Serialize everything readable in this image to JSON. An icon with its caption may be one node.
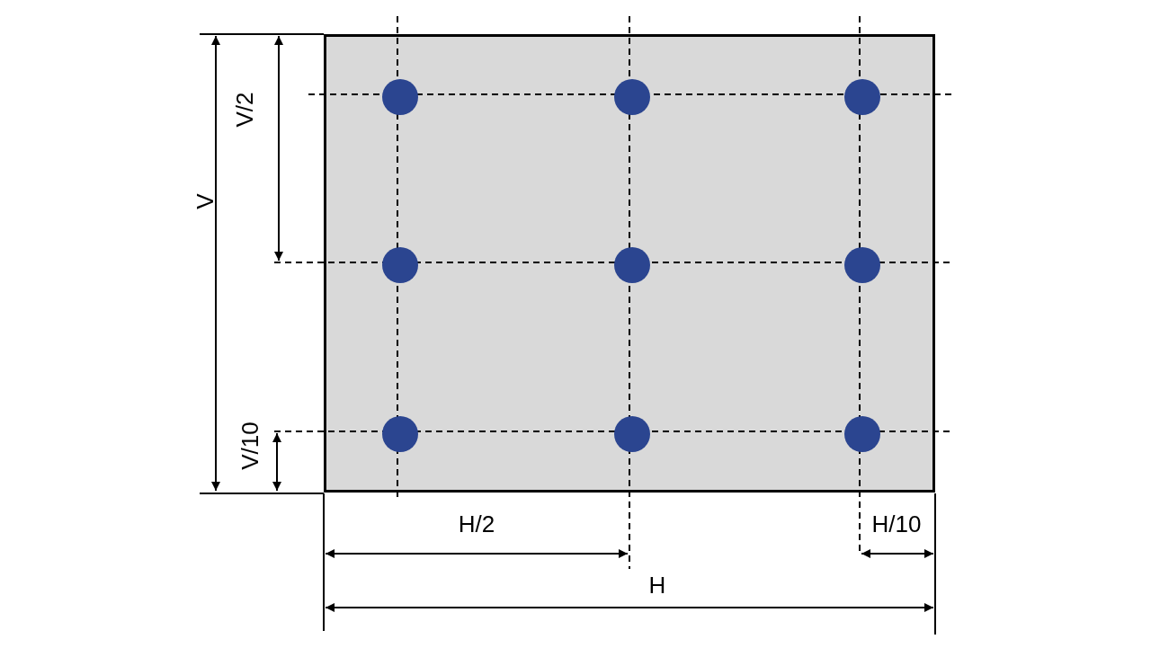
{
  "diagram": {
    "nodes": [
      {
        "text": [],
        "shape": "box"
      },
      {
        "text": [],
        "shape": "circle",
        "in": 0
      },
      {
        "text": [],
        "shape": "circle",
        "in": 0
      },
      {
        "text": [],
        "shape": "circle",
        "in": 0
      },
      {
        "text": [],
        "shape": "circle",
        "in": 0
      },
      {
        "text": [],
        "shape": "circle",
        "in": 0
      },
      {
        "text": [],
        "shape": "circle",
        "in": 0
      },
      {
        "text": [],
        "shape": "circle",
        "in": 0
      },
      {
        "text": [],
        "shape": "circle",
        "in": 0
      },
      {
        "text": [],
        "shape": "circle",
        "in": 0
      }
    ],
    "labels": [
      "V/2",
      "V",
      "V/10",
      "H/2",
      "H/10",
      "H"
    ]
  }
}
